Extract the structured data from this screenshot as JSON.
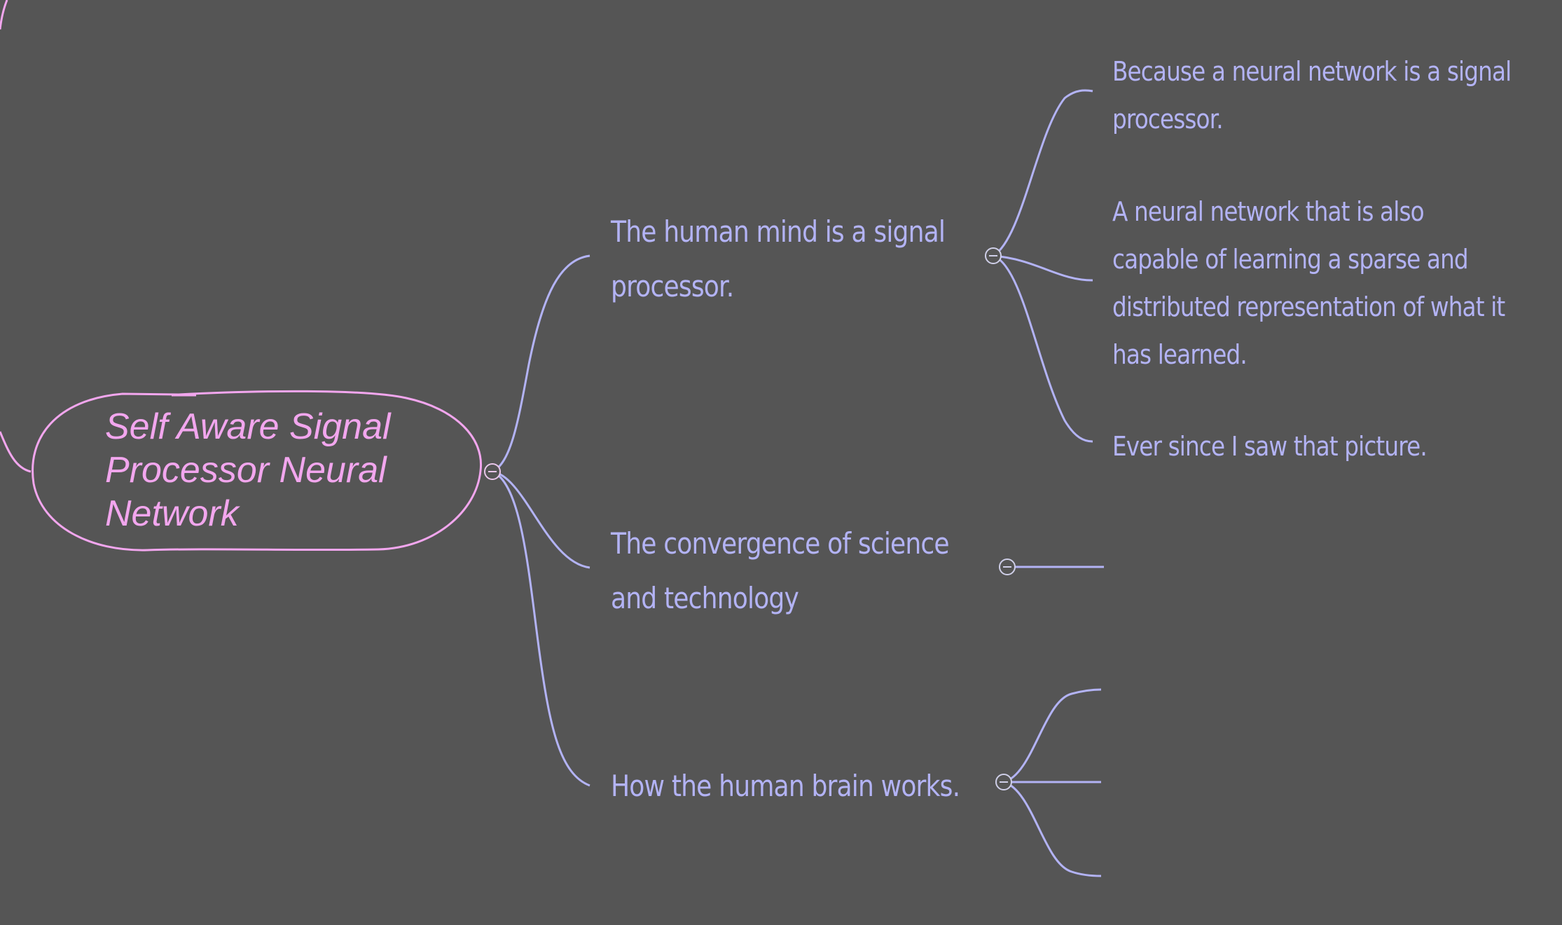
{
  "colors": {
    "background": "#555555",
    "root": "#f2a6ee",
    "branch": "#b3b3f5",
    "toggle": "#cfcfe8"
  },
  "root": {
    "lines": [
      "Self Aware Signal",
      "Processor Neural",
      "Network"
    ]
  },
  "branches": [
    {
      "lines": [
        "The human mind is a signal",
        "processor."
      ],
      "children": [
        {
          "lines": [
            "Because a neural network is a signal",
            "processor."
          ]
        },
        {
          "lines": [
            "A neural network that is also",
            "capable of learning a sparse and",
            "distributed representation of what it",
            "has learned."
          ]
        },
        {
          "lines": [
            "Ever since I saw that picture."
          ]
        }
      ]
    },
    {
      "lines": [
        "The convergence of science",
        "and technology"
      ],
      "children": [
        {
          "lines": []
        }
      ]
    },
    {
      "lines": [
        "How the human brain works."
      ],
      "children": [
        {
          "lines": []
        },
        {
          "lines": []
        },
        {
          "lines": []
        }
      ]
    }
  ],
  "toggle_icon": "collapse-minus-icon"
}
